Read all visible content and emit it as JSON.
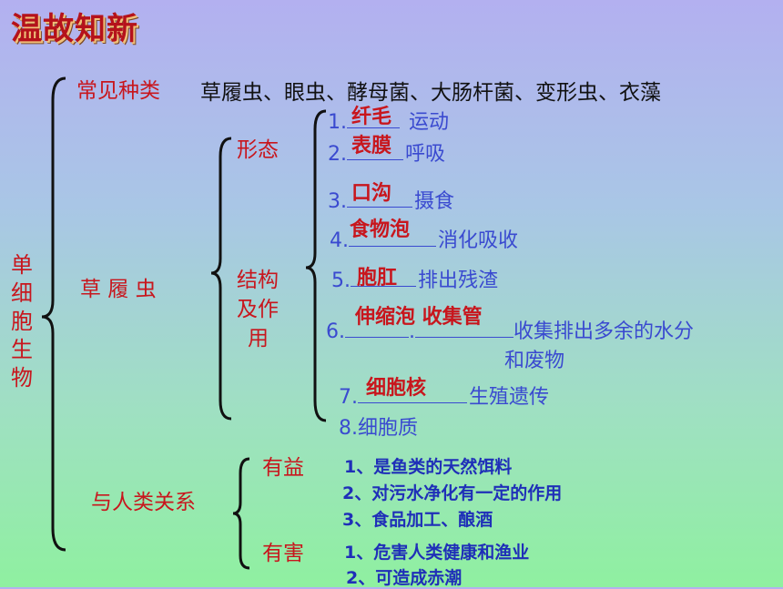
{
  "title": "温故知新",
  "root_label": "单细胞生物",
  "common_types": {
    "label": "常见种类",
    "text": "草履虫、眼虫、酵母菌、大肠杆菌、变形虫、衣藻"
  },
  "paramecium": {
    "label": "草 履 虫",
    "morphology": "形态",
    "structure": [
      "结构",
      "及作",
      "用"
    ],
    "items": [
      {
        "num": "1.",
        "answer": "纤毛",
        "desc": "运动"
      },
      {
        "num": "2.",
        "answer": "表膜",
        "desc": "呼吸"
      },
      {
        "num": "3.",
        "answer": "口沟",
        "desc": "摄食"
      },
      {
        "num": "4.",
        "answer": "食物泡",
        "desc": "消化吸收"
      },
      {
        "num": "5.",
        "answer": "胞肛",
        "desc": "排出残渣"
      },
      {
        "num": "6.",
        "answer": "伸缩泡 收集管",
        "sep": ".",
        "desc": "收集排出多余的水分",
        "desc2": "和废物"
      },
      {
        "num": "7.",
        "answer": "细胞核",
        "desc": "生殖遗传"
      },
      {
        "num": "8.",
        "answer": "",
        "desc": "细胞质"
      }
    ]
  },
  "human_relation": {
    "label": "与人类关系",
    "beneficial": {
      "label": "有益",
      "points": [
        "1、是鱼类的天然饵料",
        "2、对污水净化有一定的作用",
        "3、食品加工、酿酒"
      ]
    },
    "harmful": {
      "label": "有害",
      "points": [
        "1、危害人类健康和渔业",
        "2、可造成赤潮"
      ]
    }
  }
}
